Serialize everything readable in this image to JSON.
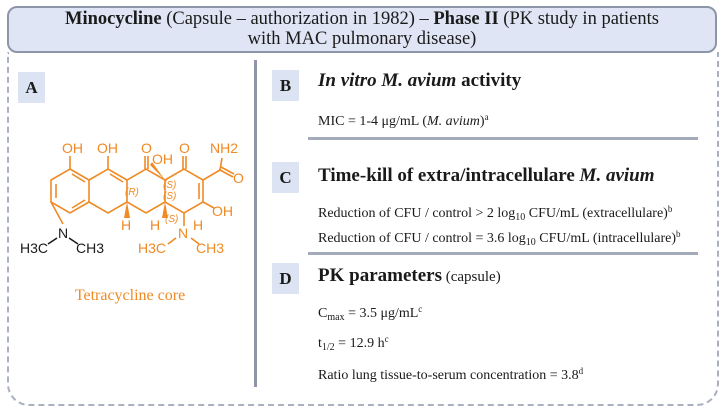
{
  "header": {
    "drug": "Minocycline",
    "detail_1": " (Capsule – authorization in 1982) – ",
    "phase": "Phase II",
    "detail_2": " (PK study in patients",
    "detail_3": "with MAC pulmonary disease)"
  },
  "panel_a": {
    "letter": "A",
    "caption": "Tetracycline core",
    "structure_labels": {
      "oh1": "OH",
      "oh2": "OH",
      "o1": "O",
      "oh3": "OH",
      "o2": "O",
      "nh2": "NH2",
      "o3": "O",
      "oh4": "OH",
      "r": "(R)",
      "s1": "(S)",
      "s2": "(S)",
      "s3": "(S)",
      "h1": "H",
      "h2": "H",
      "h3": "H",
      "n_left": "N",
      "h3c_left": "H3C",
      "ch3_left": "CH3",
      "n_right": "N",
      "h3c_right": "H3C",
      "ch3_right": "CH3"
    },
    "colors": {
      "core": "#ef8a25",
      "substituent": "#1a1a1a"
    }
  },
  "panel_b": {
    "letter": "B",
    "title_italic": "In vitro M. avium",
    "title_rest": " activity",
    "mic_prefix": "MIC = 1-4 μg/mL (",
    "mic_italic": "M. avium",
    "mic_suffix": ")",
    "mic_sup": "a"
  },
  "panel_c": {
    "letter": "C",
    "title": "Time-kill of extra/intracellulare ",
    "title_italic": "M. avium",
    "line1": {
      "prefix": "Reduction of CFU / control > 2 log",
      "sub": "10",
      "suffix": " CFU/mL (extracellulare)",
      "sup": "b"
    },
    "line2": {
      "prefix": "Reduction of CFU / control = 3.6 log",
      "sub": "10",
      "suffix": " CFU/mL (intracellulare)",
      "sup": "b"
    }
  },
  "panel_d": {
    "letter": "D",
    "title": "PK parameters",
    "title_note": " (capsule)",
    "cmax": {
      "prefix": "C",
      "sub": "max",
      "suffix": " = 3.5 μg/mL",
      "sup": "c"
    },
    "thalf": {
      "prefix": "t",
      "sub": "1/2",
      "suffix": " = 12.9 h",
      "sup": "c"
    },
    "ratio": {
      "text": "Ratio lung tissue-to-serum concentration = 3.8",
      "sup": "d"
    }
  },
  "colors": {
    "header_bg": "#dfe5f4",
    "letter_bg": "#dce3f2",
    "divider": "#8e96a8",
    "accent": "#ef8a25"
  }
}
